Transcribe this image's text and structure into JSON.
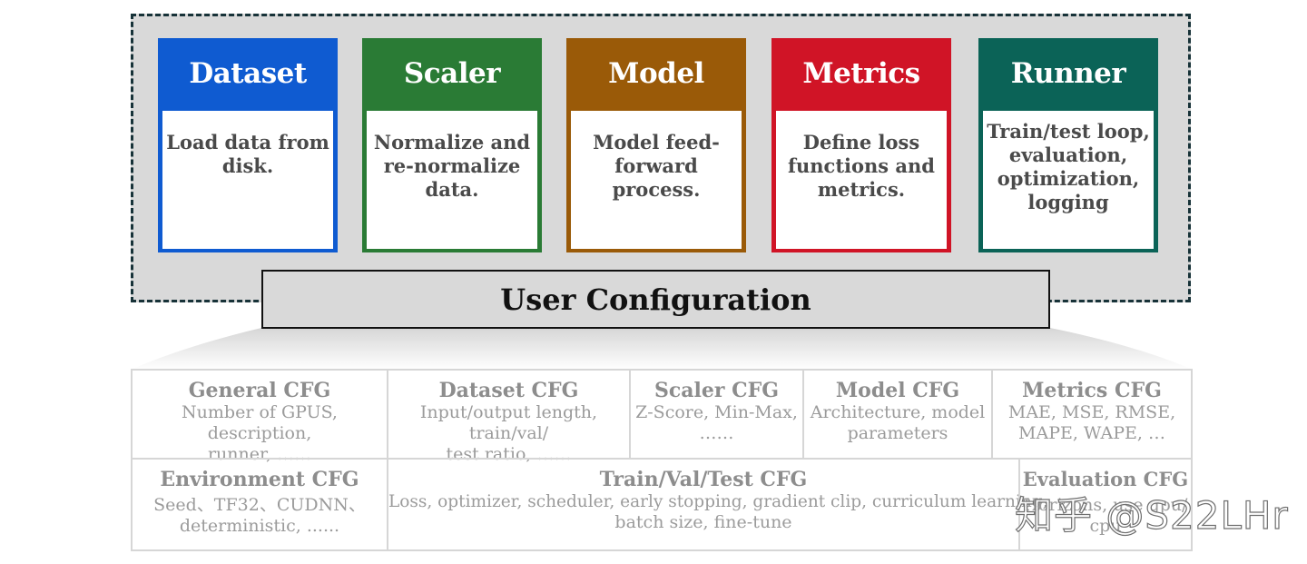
{
  "modules": [
    {
      "name": "Dataset",
      "desc_lines": [
        "Load data from",
        "disk."
      ],
      "color": "#0f5bd1"
    },
    {
      "name": "Scaler",
      "desc_lines": [
        "Normalize and",
        "re-normalize",
        "data."
      ],
      "color": "#2a7b35"
    },
    {
      "name": "Model",
      "desc_lines": [
        "Model feed-",
        "forward process."
      ],
      "color": "#9a5a08"
    },
    {
      "name": "Metrics",
      "desc_lines": [
        "Define loss",
        "functions and",
        "metrics."
      ],
      "color": "#d01426"
    },
    {
      "name": "Runner",
      "desc_lines": [
        "Train/test loop,",
        "evaluation,",
        "optimization,",
        "logging"
      ],
      "color": "#0b6357"
    }
  ],
  "user_config": {
    "label": "User Configuration"
  },
  "configs": [
    {
      "title": "General CFG",
      "desc_lines": [
        "Number of GPUS, description,",
        "runner, ……"
      ]
    },
    {
      "title": "Dataset CFG",
      "desc_lines": [
        "Input/output length, train/val/",
        "test ratio, ……"
      ]
    },
    {
      "title": "Scaler CFG",
      "desc_lines": [
        "Z-Score, Min-Max,",
        "……"
      ]
    },
    {
      "title": "Model CFG",
      "desc_lines": [
        "Architecture, model",
        "parameters"
      ]
    },
    {
      "title": "Metrics CFG",
      "desc_lines": [
        "MAE, MSE, RMSE,",
        "MAPE, WAPE, …"
      ]
    },
    {
      "title": "Environment CFG",
      "desc_lines": [
        "Seed、TF32、CUDNN、",
        "deterministic, ......"
      ]
    },
    {
      "title": "Train/Val/Test CFG",
      "desc_lines": [
        "Loss, optimizer, scheduler, early stopping, gradient clip, curriculum learning,",
        "batch size, fine-tune"
      ]
    },
    {
      "title": "Evaluation CFG",
      "desc_lines": [
        "Horizons, use gpu/",
        "cpu"
      ]
    }
  ],
  "watermark": {
    "text": "知乎 @S22LHr"
  }
}
